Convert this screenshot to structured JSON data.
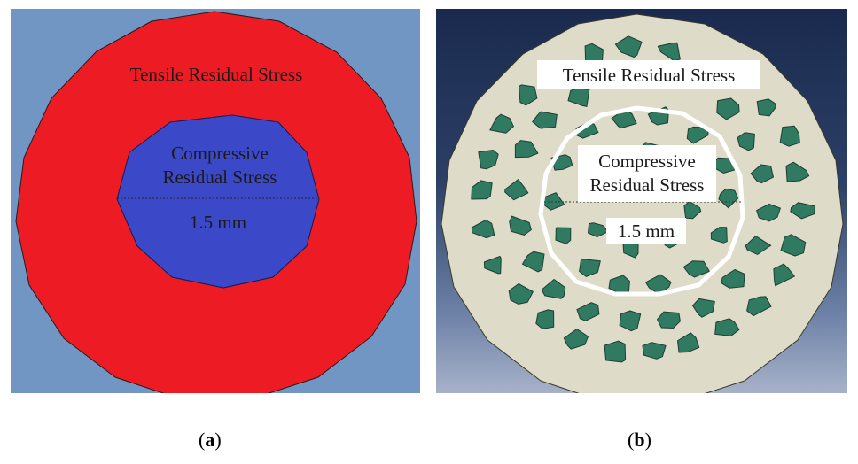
{
  "panels": [
    {
      "id": "a",
      "tensile_label": "Tensile Residual Stress",
      "compressive_line1": "Compressive",
      "compressive_line2": "Residual Stress",
      "dimension_label": "1.5 mm",
      "caption_prefix": "(",
      "caption_letter": "a",
      "caption_suffix": ")",
      "colors": {
        "background": "#7196c3",
        "outer": "#ed1c24",
        "inner": "#3b48c8",
        "text": "#1a1a1a"
      }
    },
    {
      "id": "b",
      "tensile_label": "Tensile Residual Stress",
      "compressive_line1": "Compressive",
      "compressive_line2": "Residual Stress",
      "dimension_label": "1.5 mm",
      "caption_prefix": "(",
      "caption_letter": "b",
      "caption_suffix": ")",
      "colors": {
        "outer": "#dedbc8",
        "grain": "#2f7a60",
        "ring": "#ffffff",
        "text": "#1a1a1a"
      }
    }
  ]
}
